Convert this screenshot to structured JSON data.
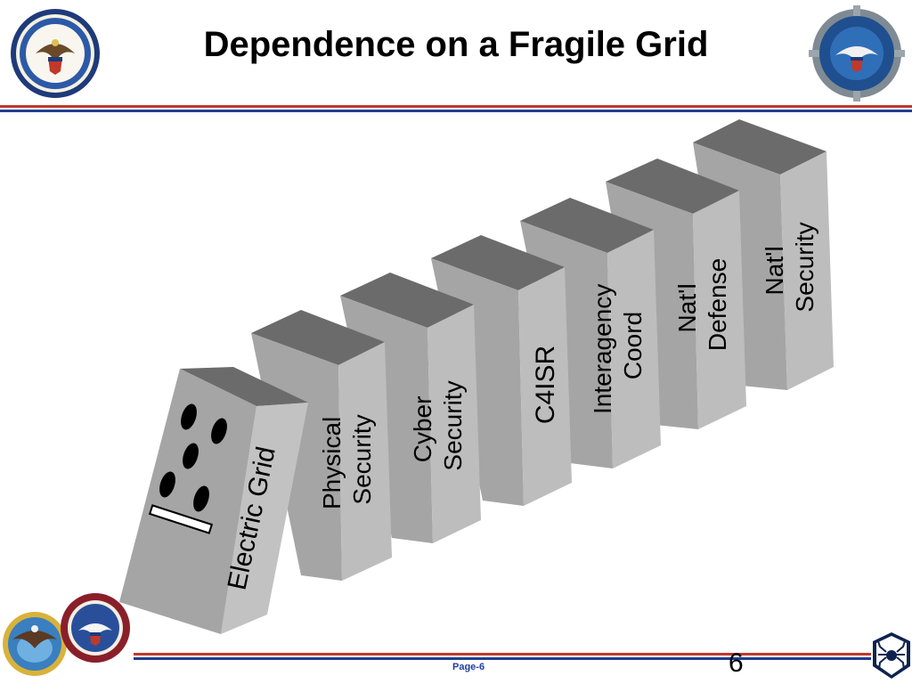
{
  "slide": {
    "title": "Dependence on a Fragile Grid",
    "page_label": "Page-6",
    "page_number": "6"
  },
  "colors": {
    "rule_red": "#c0392b",
    "rule_blue": "#1f3f8f",
    "page_label": "#1f3fa0",
    "domino_top": "#6b6b6b",
    "domino_front": "#a8a8a8",
    "domino_side": "#bdbdbd"
  },
  "dominoes": [
    {
      "lines": [
        "Electric Grid"
      ]
    },
    {
      "lines": [
        "Physical",
        "Security"
      ]
    },
    {
      "lines": [
        "Cyber",
        "Security"
      ]
    },
    {
      "lines": [
        "C4ISR"
      ]
    },
    {
      "lines": [
        "Interagency",
        "Coord"
      ]
    },
    {
      "lines": [
        "Nat'l",
        "Defense"
      ]
    },
    {
      "lines": [
        "Nat'l",
        "Security"
      ]
    }
  ],
  "icons": {
    "top_left": "dept-of-defense-seal-icon",
    "top_right": "asd-rae-seal-icon",
    "bottom_left_1": "eagle-globe-seal-icon",
    "bottom_left_2": "northern-command-seal-icon",
    "bottom_right": "spider-emblem-icon"
  }
}
